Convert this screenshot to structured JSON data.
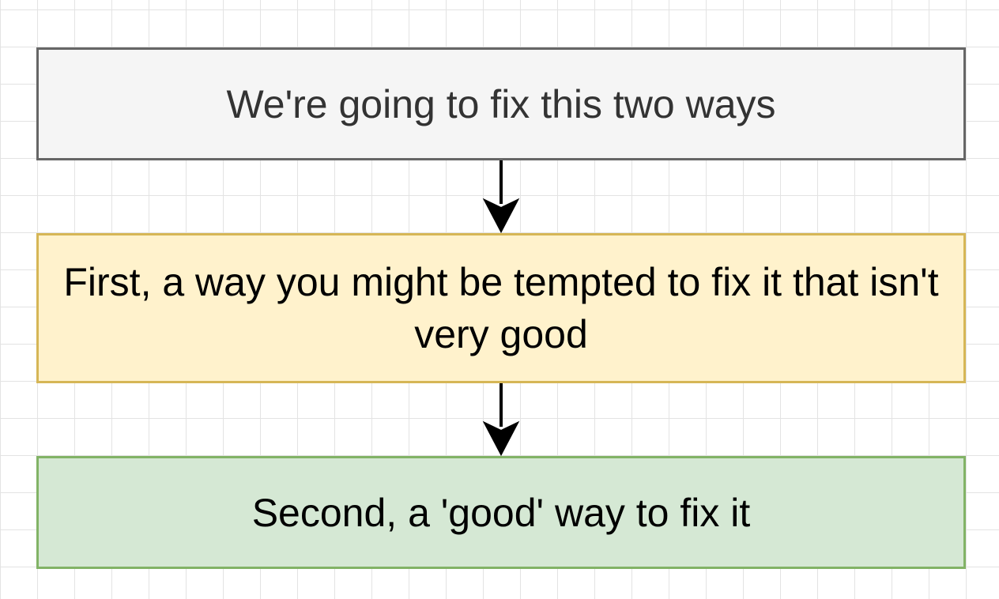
{
  "diagram": {
    "nodes": [
      {
        "id": "intro",
        "label": "We're going to fix this two ways",
        "fill": "#f5f5f5",
        "stroke": "#666666",
        "text_color": "#333333"
      },
      {
        "id": "first",
        "label": "First, a way you might be tempted to fix it that isn't very good",
        "fill": "#fff2cc",
        "stroke": "#d6b656",
        "text_color": "#000000"
      },
      {
        "id": "second",
        "label": "Second, a 'good' way to fix it",
        "fill": "#d5e8d4",
        "stroke": "#82b366",
        "text_color": "#000000"
      }
    ],
    "edges": [
      {
        "from": "intro",
        "to": "first"
      },
      {
        "from": "first",
        "to": "second"
      }
    ]
  }
}
